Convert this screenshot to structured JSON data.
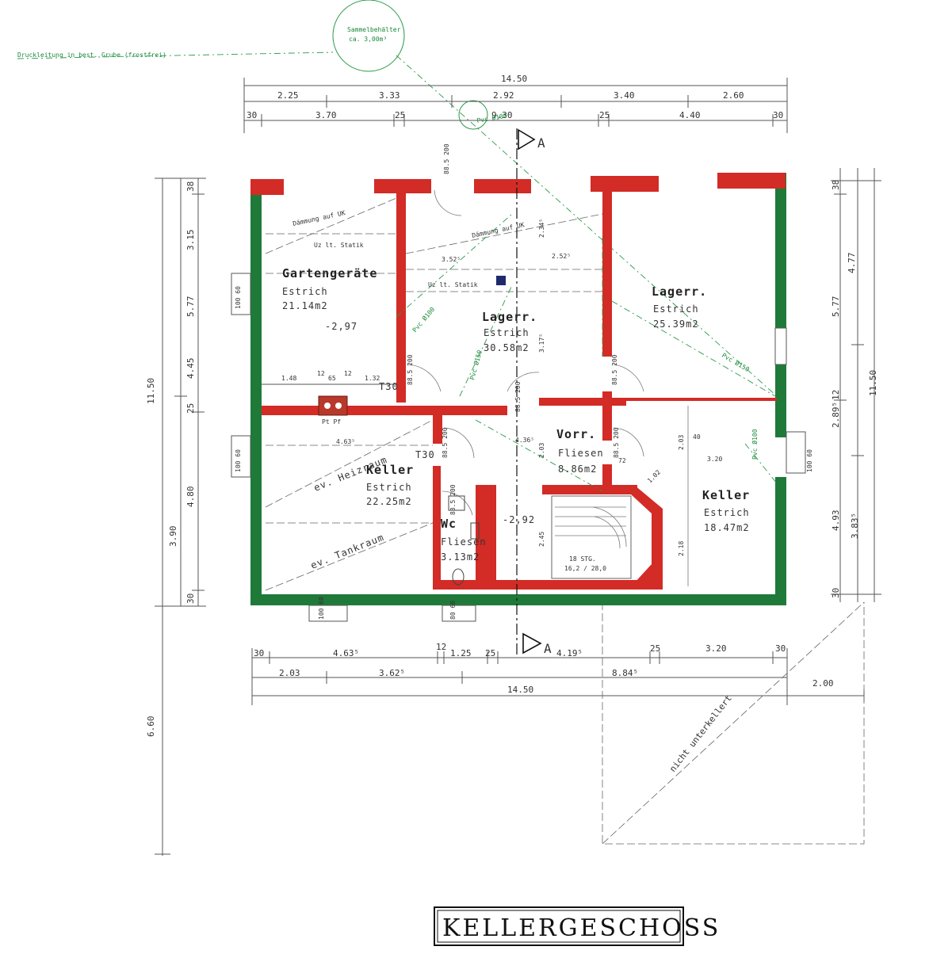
{
  "plan": {
    "title": "KELLERGESCHOSS",
    "note_top_left": "Druckleitung in best. Grube (frostfrei)",
    "tank_label": "Sammelbehälter",
    "tank_volume": "ca. 3,00m³",
    "pipe_label": "Pvc Ø100",
    "pipe_label_150": "Pvc Ø150",
    "section_mark": "A",
    "not_basement": "nicht unterkellert",
    "damming_1": "Dämmung auf UK",
    "damming_2": "Dämmung auf UK",
    "uz_1": "Uz lt. Statik",
    "uz_2": "Uz lt. Statik",
    "heizraum": "ev. Heizraum",
    "tankraum": "ev. Tankraum",
    "stairs": "18 STG.",
    "stairs_ratio": "16,2 / 28,0",
    "t30_a": "T30",
    "t30_b": "T30",
    "level_1": "-2,97",
    "level_2": "-2,92",
    "pt": "Pt  Pf"
  },
  "rooms": [
    {
      "name": "Gartengeräte",
      "floor": "Estrich",
      "area": "21.14m2"
    },
    {
      "name": "Lagerr.",
      "floor": "Estrich",
      "area": "30.58m2"
    },
    {
      "name": "Lagerr.",
      "floor": "Estrich",
      "area": "25.39m2"
    },
    {
      "name": "Vorr.",
      "floor": "Fliesen",
      "area": "8.86m2"
    },
    {
      "name": "Keller",
      "floor": "Estrich",
      "area": "22.25m2"
    },
    {
      "name": "Wc",
      "floor": "Fliesen",
      "area": "3.13m2"
    },
    {
      "name": "Keller",
      "floor": "Estrich",
      "area": "18.47m2"
    }
  ],
  "dims_top": {
    "total": "14.50",
    "row1": [
      "2.25",
      "3.33",
      "2.92",
      "3.40",
      "2.60"
    ],
    "row2": [
      "30",
      "3.70",
      "25",
      "9.30",
      "25",
      "4.40",
      "30"
    ]
  },
  "dims_bottom": {
    "row1": [
      "30",
      "4.63⁵",
      "12",
      "1.25",
      "25",
      "4.19⁵",
      "25",
      "3.20",
      "30"
    ],
    "row2": [
      "2.03",
      "3.62⁵",
      "8.84⁵"
    ],
    "total": "14.50",
    "extra": "2.00"
  },
  "dims_left": {
    "outer": "11.50",
    "lower": "6.60",
    "row_a": [
      "38",
      "3.15",
      "5.77",
      "4.45",
      "25",
      "4.80",
      "3.90",
      "30"
    ]
  },
  "dims_right": {
    "outer": "11.50",
    "row_a": [
      "38",
      "4.77",
      "5.77",
      "12",
      "2.89⁵",
      "4.93",
      "3.83⁵",
      "30"
    ]
  },
  "window_labels": [
    "100 60",
    "100 60",
    "100 60",
    "100 60",
    "80 60"
  ],
  "door_labels": [
    "88.5 200",
    "88.5 200",
    "88.5 200",
    "88.5 200",
    "88.5 200",
    "88.5 200",
    "88.5 200"
  ],
  "inner_dims": [
    "1.48",
    "12",
    "65",
    "12",
    "1.32",
    "4.63⁵",
    "3.52⁵",
    "2.52⁵",
    "2.34⁵",
    "3.17⁵",
    "4.36⁵",
    "2.03",
    "2.03",
    "40",
    "3.20",
    "72",
    "1.02",
    "2.45",
    "2.18"
  ],
  "colors": {
    "wall_existing": "#1f7a3a",
    "wall_new": "#d32b26",
    "pipes": "#2a9a4a"
  }
}
